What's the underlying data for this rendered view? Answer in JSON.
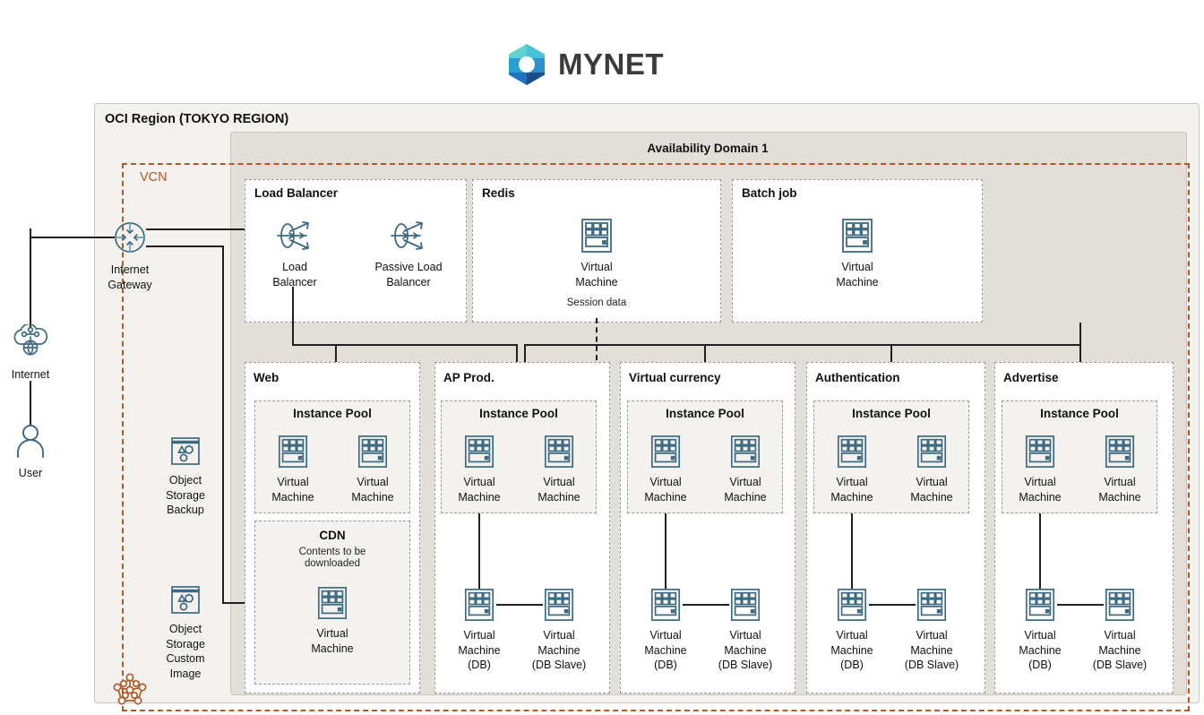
{
  "brand": {
    "name": "MYNET",
    "logo_icon": "mynet-donut-logo",
    "colors": {
      "teal": "#3fc3c8",
      "blue": "#1c7fc4",
      "deep_blue": "#1b4f8a",
      "wordmark": "#3b3b3b"
    }
  },
  "region": {
    "title": "OCI Region (TOKYO REGION)",
    "availability_domain": "Availability Domain 1",
    "vcn_label": "VCN",
    "vcn_color": "#b05a28"
  },
  "external": {
    "internet": {
      "label": "Internet",
      "icon": "internet-cloud-icon"
    },
    "user": {
      "label": "User",
      "icon": "user-person-icon"
    }
  },
  "gateway": {
    "label": "Internet\nGateway",
    "line1": "Internet",
    "line2": "Gateway",
    "icon": "internet-gateway-icon"
  },
  "storage": [
    {
      "id": "object-storage-backup",
      "lines": [
        "Object",
        "Storage",
        "Backup"
      ],
      "icon": "object-storage-icon"
    },
    {
      "id": "object-storage-custom-image",
      "lines": [
        "Object",
        "Storage",
        "Custom",
        "Image"
      ],
      "icon": "object-storage-icon"
    }
  ],
  "vcn_node_icon": "vcn-mesh-icon",
  "top_groups": [
    {
      "id": "load-balancer",
      "title": "Load Balancer",
      "nodes": [
        {
          "id": "load-balancer-node",
          "lines": [
            "Load",
            "Balancer"
          ],
          "icon": "load-balancer-icon"
        },
        {
          "id": "passive-load-balancer-node",
          "lines": [
            "Passive Load",
            "Balancer"
          ],
          "icon": "load-balancer-icon"
        }
      ]
    },
    {
      "id": "redis",
      "title": "Redis",
      "note": "Session data",
      "nodes": [
        {
          "id": "redis-vm",
          "lines": [
            "Virtual",
            "Machine"
          ],
          "icon": "virtual-machine-icon"
        }
      ]
    },
    {
      "id": "batch-job",
      "title": "Batch job",
      "nodes": [
        {
          "id": "batch-job-vm",
          "lines": [
            "Virtual",
            "Machine"
          ],
          "icon": "virtual-machine-icon"
        }
      ]
    }
  ],
  "pool_label": "Instance Pool",
  "cdn": {
    "title": "CDN",
    "note_line1": "Contents to be",
    "note_line2": "downloaded",
    "vm_lines": [
      "Virtual",
      "Machine"
    ]
  },
  "vm_lines": [
    "Virtual",
    "Machine"
  ],
  "db_lines": [
    "Virtual",
    "Machine",
    "(DB)"
  ],
  "db_slave_lines": [
    "Virtual",
    "Machine",
    "(DB Slave)"
  ],
  "columns": [
    {
      "id": "web",
      "title": "Web",
      "pool_vms": 2,
      "has_cdn": true,
      "has_db": false
    },
    {
      "id": "ap-prod",
      "title": "AP Prod.",
      "pool_vms": 2,
      "has_cdn": false,
      "has_db": true
    },
    {
      "id": "virtual-currency",
      "title": "Virtual currency",
      "pool_vms": 2,
      "has_cdn": false,
      "has_db": true
    },
    {
      "id": "authentication",
      "title": "Authentication",
      "pool_vms": 2,
      "has_cdn": false,
      "has_db": true
    },
    {
      "id": "advertise",
      "title": "Advertise",
      "pool_vms": 2,
      "has_cdn": false,
      "has_db": true
    }
  ],
  "icon_colors": {
    "teal": "#3d6a80",
    "orange": "#b05a28",
    "line": "#231f20"
  }
}
